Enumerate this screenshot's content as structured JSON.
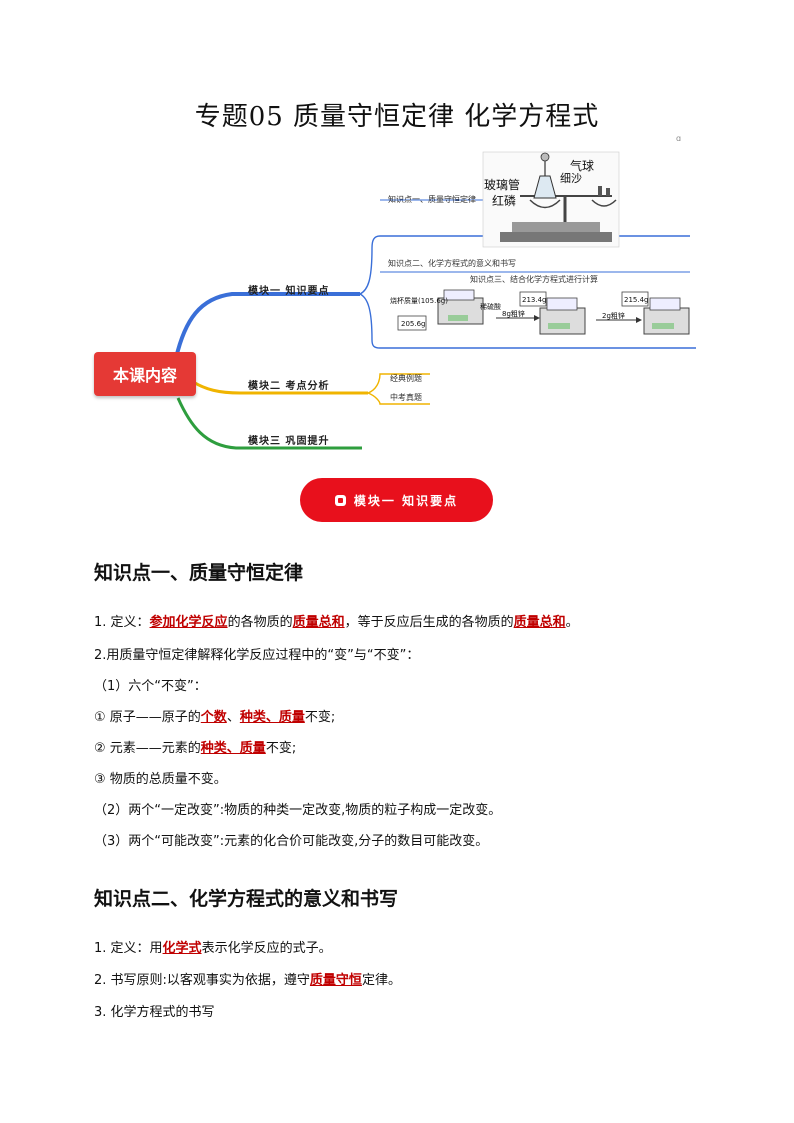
{
  "title": "专题05  质量守恒定律  化学方程式",
  "corner_mark": "ɑ",
  "mindmap": {
    "root": "本课内容",
    "branch1": "模块一  知识要点",
    "branch2": "模块二  考点分析",
    "branch3": "模块三  巩固提升",
    "k1": "知识点一、质量守恒定律",
    "k2": "知识点二、化学方程式的意义和书写",
    "k3": "知识点三、结合化学方程式进行计算",
    "app_labels": {
      "balloon": "气球",
      "sand": "细沙",
      "tube": "玻璃管",
      "phosphorus": "红磷"
    },
    "calc_labels": {
      "beaker_mass": "烧杯质量(105.6g)",
      "acid": "稀硫酸",
      "w1": "205.6g",
      "w2": "213.4g",
      "w3": "215.4g",
      "add1": "8g粗锌",
      "add2": "2g粗锌"
    },
    "b2_items": [
      "经典例题",
      "中考真题"
    ]
  },
  "module_button": "模块一  知识要点",
  "section1": {
    "heading": "知识点一、质量守恒定律",
    "l1": {
      "a": "1. 定义：",
      "b": "参加化学反应",
      "c": "的各物质的",
      "d": "质量总和",
      "e": "，等于反应后生成的各物质的",
      "f": "质量总和",
      "g": "。"
    },
    "l2": "2.用质量守恒定律解释化学反应过程中的“变”与“不变”：",
    "l3": "（1）六个“不变”：",
    "l4": {
      "a": "①  原子——原子的",
      "b": "个数",
      "c": "、",
      "d": "种类、质量",
      "e": "不变;"
    },
    "l5": {
      "a": "②  元素——元素的",
      "b": "种类、质量",
      "c": "不变;"
    },
    "l6": "③  物质的总质量不变。",
    "l7": "（2）两个“一定改变”:物质的种类一定改变,物质的粒子构成一定改变。",
    "l8": "（3）两个“可能改变”:元素的化合价可能改变,分子的数目可能改变。"
  },
  "section2": {
    "heading": "知识点二、化学方程式的意义和书写",
    "l1": {
      "a": "1.  定义：用",
      "b": "化学式",
      "c": "表示化学反应的式子。"
    },
    "l2": {
      "a": "2.  书写原则:以客观事实为依据，遵守",
      "b": "质量守恒",
      "c": "定律。"
    },
    "l3": "3.  化学方程式的书写"
  },
  "colors": {
    "accent_red": "#e8101c",
    "emphasis": "#c00000",
    "branch_blue": "#3a6fd8",
    "branch_yellow": "#f0b400",
    "branch_green": "#2e9e3e"
  }
}
